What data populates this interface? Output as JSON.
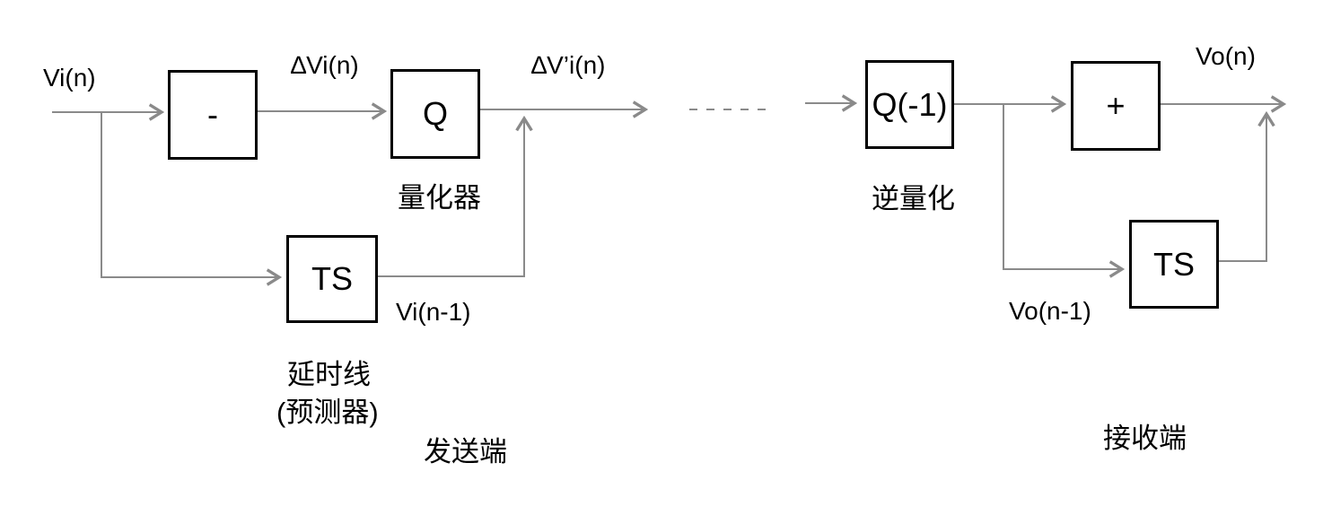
{
  "colors": {
    "wire": "#8a8a8a",
    "box_border": "#000000",
    "text": "#000000",
    "background": "#ffffff"
  },
  "sender": {
    "input_signal": "Vi(n)",
    "difference_signal": "∆Vi(n)",
    "quantized_signal": "∆V’i(n)",
    "subtractor_label": "-",
    "quantizer_label": "Q",
    "quantizer_caption": "量化器",
    "delay_label": "TS",
    "delay_output_signal": "Vi(n-1)",
    "delay_caption": "延时线",
    "delay_caption_sub": "(预测器)",
    "section_caption": "发送端"
  },
  "receiver": {
    "inverse_quantizer_label": "Q(-1)",
    "inverse_quantizer_caption": "逆量化",
    "adder_label": "+",
    "output_signal": "Vo(n)",
    "delay_label": "TS",
    "delay_input_signal": "Vo(n-1)",
    "section_caption": "接收端"
  }
}
